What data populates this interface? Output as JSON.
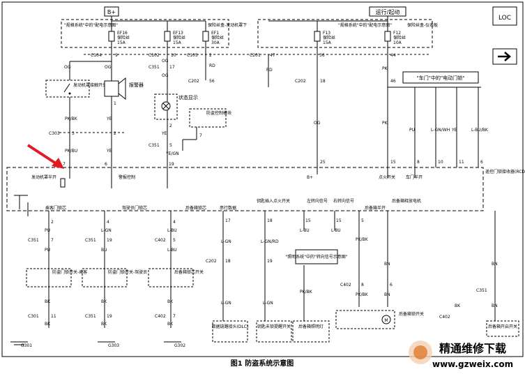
{
  "caption": "图1 防盗系统示意图",
  "watermark": {
    "brand": "精通维修下载",
    "url": "www.gzweix.com",
    "brand_color": "#c0392b",
    "url_color": "#1f3f8f"
  },
  "power": {
    "bplus": "B+",
    "run_start": "运行/起动"
  },
  "corner": {
    "loc": "LOC",
    "arrow_box": "→"
  },
  "fuse_box_left": {
    "note1": "\"规格系统\"中的\"配电示意图\"",
    "note2": "保险丝盒-发动机罩下",
    "fuses": [
      {
        "id": "EF16",
        "name": "保险丝",
        "amps": "15A"
      },
      {
        "id": "EF13",
        "name": "保险丝",
        "amps": "15A"
      },
      {
        "id": "EF1",
        "name": "保险丝",
        "amps": "30A"
      }
    ]
  },
  "fuse_box_right": {
    "note1": "\"规格系统\"中的\"配电示意图\"",
    "note2": "保险丝盒-仪表板",
    "fuses": [
      {
        "id": "F13",
        "name": "保险丝",
        "amps": "15A"
      },
      {
        "id": "F12",
        "name": "保险丝",
        "amps": "10A"
      }
    ]
  },
  "connectors": {
    "c104": "C104",
    "c102": "C102",
    "c105": "C105",
    "c201": "C201",
    "c303": "C303",
    "c351": "C351",
    "c202": "C202",
    "c402": "C402",
    "c301": "C301"
  },
  "pins": {
    "p9": "9",
    "p10": "10",
    "p2": "2",
    "p47": "47",
    "p36": "36",
    "p44": "44",
    "p17": "17",
    "p56": "56",
    "p18": "18",
    "p46": "46",
    "p1a": "1",
    "p1b": "1",
    "p3": "3",
    "p2a": "2",
    "p5": "5",
    "p25": "25",
    "p15": "15",
    "p8": "8",
    "p10b": "10",
    "p11": "11",
    "p6": "6",
    "p7": "7",
    "p4": "4",
    "p19": "19",
    "p7b": "7"
  },
  "wires": {
    "og": "OG",
    "rd": "RD",
    "pk": "PK",
    "pkbk": "PK/BK",
    "ye": "YE",
    "pkbu": "PK/BU",
    "yegn": "YE/GN",
    "pu": "PU",
    "lgn_wh": "L-GN/WH",
    "lbu_bk": "L-BU/BK",
    "lgn": "L-GN",
    "lbu": "L-BU",
    "bu": "BU",
    "bk": "BK",
    "bn": "BN",
    "lgn_rd": "L-GN/RD",
    "pk_bk2": "PK/BK"
  },
  "components": {
    "hood_switch": "发动机罩接触开关",
    "horn": "报警器",
    "status_lamp": "状态显示",
    "theft_module": "防盗控制模块",
    "door_locks_ref": "\"车门\"中的\"电动门锁\"",
    "receiver": "遥控门锁接收器(RCDLR)",
    "hood_ajar": "发动机罩半开",
    "alarm_ctrl": "警报控制",
    "bplus_label": "B+",
    "ignition": "点火开关",
    "door_ajar": "车门半开",
    "pass_door_sw": "乘客门锁芯",
    "driver_door_sw": "驾驶员门锁芯",
    "rear_door_sw": "后备箱锁芯",
    "serial_data": "串行数据",
    "key_in_sw": "钥匙插入点火开关",
    "left_turn": "左转向信号",
    "right_turn": "右转向信号",
    "trunk_ajar": "后备箱半开",
    "trunk_release": "后备箱释放电机",
    "lighting_ref": "\"照明系统\"中的\"转向信号示意图\"",
    "pass_lock_sw": "防盗门锁开关-乘客",
    "driver_lock_sw": "防盗门锁开关-驾驶员",
    "rear_lock_sw": "后备箱锁芯开关",
    "dlc": "数据链路接头(DLC)",
    "key_cyl_sw": "钥匙未锁提醒开关",
    "trunk_lamp": "后备箱照明灯",
    "trunk_release_sw": "后备箱锁开关",
    "trunk_open_sw": "后备箱开启开关"
  },
  "grounds": {
    "g301": "G301",
    "g303": "G303",
    "g302": "G302"
  }
}
